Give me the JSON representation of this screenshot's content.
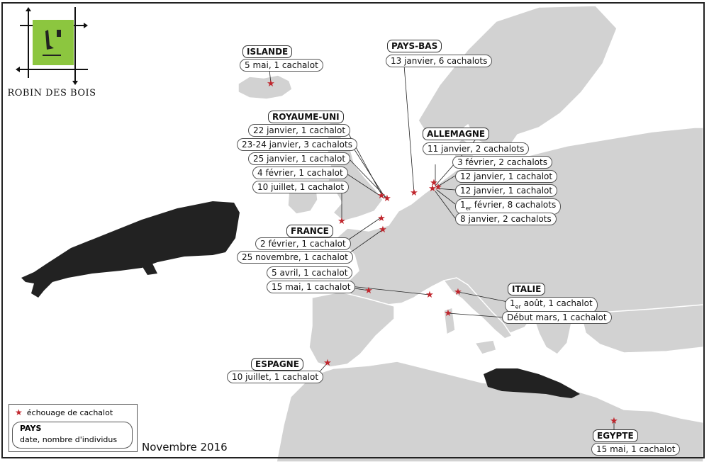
{
  "logo": {
    "text": "ROBIN DES BOIS",
    "face_color": "#8cc63f"
  },
  "colors": {
    "land": "#d2d2d2",
    "sea": "#ffffff",
    "border": "#ffffff",
    "star": "#c0262d"
  },
  "countries": {
    "islande": {
      "name": "ISLANDE",
      "events": [
        "5 mai, 1 cachalot"
      ]
    },
    "pays_bas": {
      "name": "PAYS-BAS",
      "events": [
        "13 janvier, 6 cachalots"
      ]
    },
    "royaume_uni": {
      "name": "ROYAUME-UNI",
      "events": [
        "22 janvier, 1 cachalot",
        "23-24 janvier, 3 cachalots",
        "25 janvier, 1 cachalot",
        "4 février, 1 cachalot",
        "10 juillet, 1 cachalot"
      ]
    },
    "allemagne": {
      "name": "ALLEMAGNE",
      "events": [
        "11 janvier, 2 cachalots",
        "3 février, 2 cachalots",
        "12 janvier, 1 cachalot",
        "12 janvier, 1 cachalot",
        "février, 8 cachalots",
        "8 janvier, 2 cachalots"
      ],
      "event_5_prefix": "1",
      "event_5_sup": "er"
    },
    "france": {
      "name": "FRANCE",
      "events": [
        "2 février, 1 cachalot",
        "25 novembre, 1 cachalot",
        "5 avril, 1 cachalot",
        "15 mai, 1 cachalot"
      ]
    },
    "italie": {
      "name": "ITALIE",
      "events": [
        "août, 1 cachalot",
        "Début mars, 1 cachalot"
      ],
      "event_1_prefix": "1",
      "event_1_sup": "er"
    },
    "espagne": {
      "name": "ESPAGNE",
      "events": [
        "10 juillet, 1 cachalot"
      ]
    },
    "egypte": {
      "name": "EGYPTE",
      "events": [
        "15 mai, 1 cachalot"
      ]
    }
  },
  "legend": {
    "star_label": "échouage de cachalot",
    "country_label": "PAYS",
    "description": "date, nombre d'individus"
  },
  "date": "Novembre 2016"
}
